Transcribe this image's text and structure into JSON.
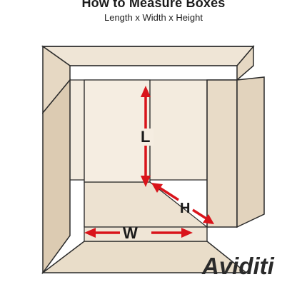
{
  "header": {
    "title": "How to Measure Boxes",
    "subtitle": "Length x Width x Height"
  },
  "diagram": {
    "labels": {
      "length": "L",
      "width": "W",
      "height": "H"
    },
    "logo": "Aviditi",
    "colors": {
      "cardboard_light": "#efe5d6",
      "cardboard_mid": "#e6d8c3",
      "cardboard_dark": "#dccbb2",
      "outline": "#2b2b2b",
      "arrow": "#d9141b"
    }
  }
}
